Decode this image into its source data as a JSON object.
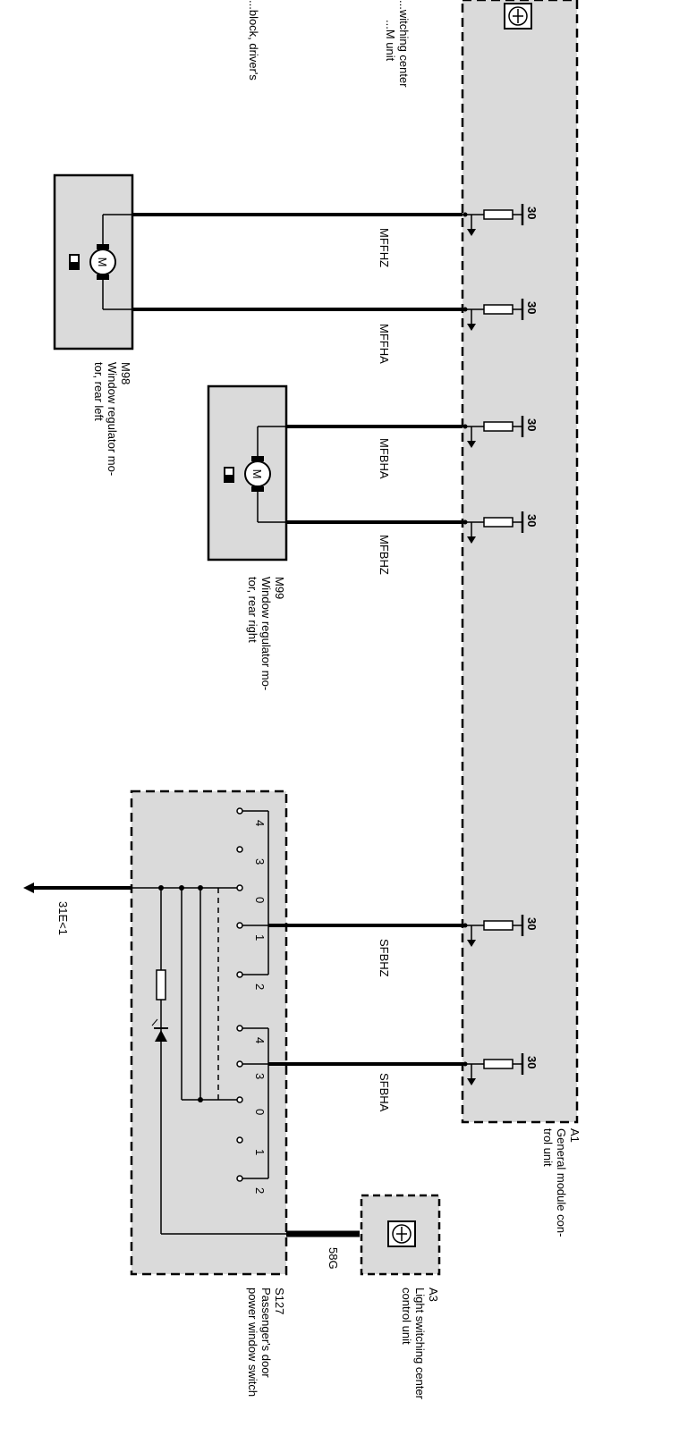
{
  "components": {
    "a1": {
      "id": "A1",
      "name_lines": [
        "General module con-",
        "trol unit"
      ]
    },
    "a3_top": {
      "name_lines": [
        "...witching center",
        "...M unit"
      ]
    },
    "top_partial": {
      "name_lines": [
        "...block, driver's"
      ]
    },
    "m98": {
      "id": "M98",
      "name_lines": [
        "Window regulator mo-",
        "tor, rear left"
      ],
      "motor_symbol": "M"
    },
    "m99": {
      "id": "M99",
      "name_lines": [
        "Window regulator mo-",
        "tor, rear right"
      ],
      "motor_symbol": "M"
    },
    "s127": {
      "id": "S127",
      "name_lines": [
        "Passenger's door",
        "power window switch"
      ]
    },
    "a3": {
      "id": "A3",
      "name_lines": [
        "Light switching center",
        "control unit"
      ]
    }
  },
  "wires": {
    "mffhz": "MFFHZ",
    "mffha": "MFFHA",
    "mfbha": "MFBHA",
    "mfbhz": "MFBHZ",
    "sfbhz": "SFBHZ",
    "sfbha": "SFBHA",
    "w58g": "58G",
    "ground": "31E<1"
  },
  "terminal_label": "30",
  "switch_pins": {
    "left": [
      "4",
      "3",
      "0",
      "1",
      "2"
    ],
    "right": [
      "4",
      "3",
      "0",
      "1",
      "2"
    ]
  },
  "icons": [
    "transistor-icon",
    "motor-icon",
    "fuse-icon",
    "diode-icon",
    "resistor-icon",
    "ground-arrow-icon"
  ]
}
